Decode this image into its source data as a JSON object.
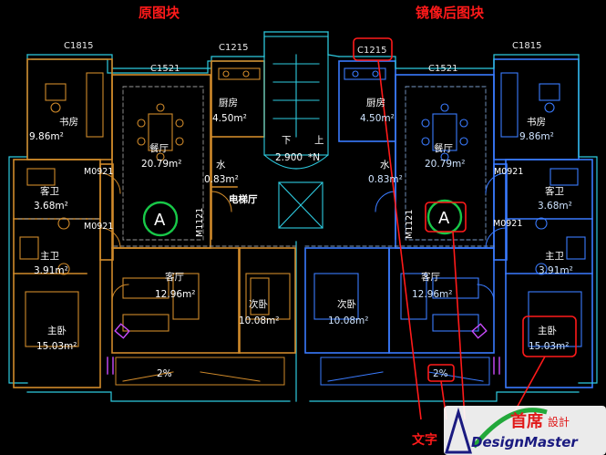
{
  "titles": {
    "original": "原图块",
    "mirrored": "镜像后图块",
    "note": "文字"
  },
  "windows": {
    "c1815_left": "C1815",
    "c1215_left": "C1215",
    "c1521_left": "C1521",
    "c1215_right": "C1215",
    "c1521_right": "C1521",
    "c1815_right": "C1815"
  },
  "left_rooms": {
    "study": {
      "name": "书房",
      "area": "9.86m²"
    },
    "dining": {
      "name": "餐厅",
      "area": "20.79m²"
    },
    "kitchen": {
      "name": "厨房",
      "area": "4.50m²"
    },
    "water": {
      "name": "水",
      "area": "0.83m²"
    },
    "guest_bath": {
      "name": "客卫",
      "area": "3.68m²"
    },
    "master_bath": {
      "name": "主卫",
      "area": "3.91m²"
    },
    "living": {
      "name": "客厅",
      "area": "12.96m²"
    },
    "second_bed": {
      "name": "次卧",
      "area": "10.08m²"
    },
    "master_bed": {
      "name": "主卧",
      "area": "15.03m²"
    }
  },
  "right_rooms": {
    "kitchen": {
      "name": "厨房",
      "area": "4.50m²"
    },
    "dining": {
      "name": "餐厅",
      "area": "20.79m²"
    },
    "study": {
      "name": "书房",
      "area": "9.86m²"
    },
    "water": {
      "name": "水",
      "area": "0.83m²"
    },
    "guest_bath": {
      "name": "客卫",
      "area": "3.68m²"
    },
    "master_bath": {
      "name": "主卫",
      "area": "3.91m²"
    },
    "second_bed": {
      "name": "次卧",
      "area": "10.08m²"
    },
    "living": {
      "name": "客厅",
      "area": "12.96m²"
    },
    "master_bed": {
      "name": "主卧",
      "area": "15.03m²"
    }
  },
  "doors": {
    "left_m0921_top": "M0921",
    "left_m0921_bottom": "M0921",
    "left_m1121": "M1121",
    "right_m1121": "M1121",
    "right_m0921_top": "M0921",
    "right_m0921_bottom": "M0921"
  },
  "stair": {
    "down": "下",
    "up": "上",
    "level": "2.900",
    "level_suffix": "*N",
    "elevator_hall": "电梯厅"
  },
  "markers": {
    "left_block": "A",
    "right_block": "A"
  },
  "slopes": {
    "left": "2%",
    "right": "2%"
  },
  "logo": {
    "cn": "首席",
    "sub": "設計",
    "en": "DesignMaster"
  },
  "colors": {
    "left_plan": "#d08a2a",
    "right_plan": "#3a7bff",
    "annotation": "#ff1a1a",
    "marker_circle": "#18c848",
    "cyan_wall": "#2ecbe0"
  }
}
